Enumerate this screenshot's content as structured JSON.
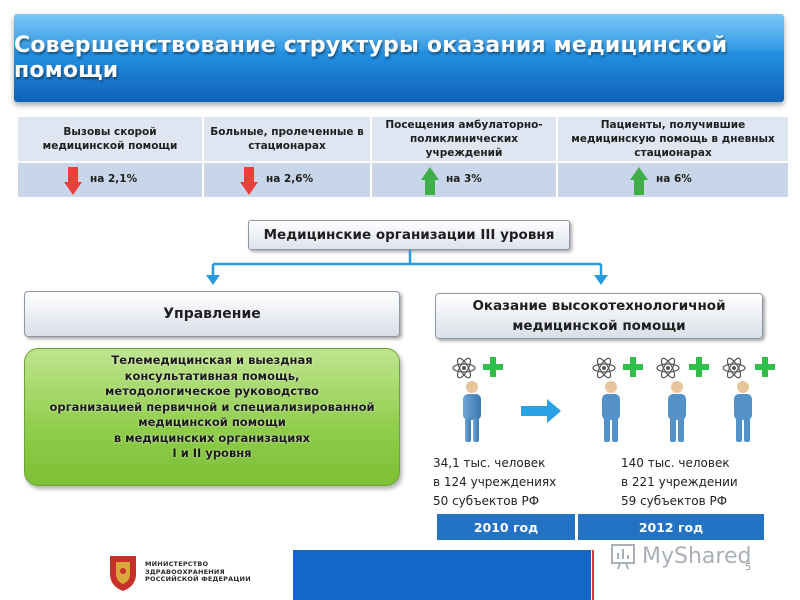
{
  "title": "Совершенствование структуры оказания медицинской помощи",
  "indicators": [
    {
      "header": "Вызовы скорой медицинской помощи",
      "value": "на 2,1%",
      "direction": "down",
      "arrow": "down-arrow-icon"
    },
    {
      "header": "Больные, пролеченные в стационарах",
      "value": "на 2,6%",
      "direction": "down",
      "arrow": "down-arrow-icon"
    },
    {
      "header": "Посещения амбулаторно-поликлинических учреждений",
      "value": "на 3%",
      "direction": "up",
      "arrow": "up-arrow-icon"
    },
    {
      "header": "Пациенты, получившие медицинскую помощь в дневных стационарах",
      "value": "на 6%",
      "direction": "up",
      "arrow": "up-arrow-icon"
    }
  ],
  "colors": {
    "down": "#e8413c",
    "up": "#3fae49",
    "title_blue": "#1f88db",
    "year_bar": "#2472c4",
    "green_box": "#8fcc4a"
  },
  "level3": "Медицинские организации III уровня",
  "management": "Управление",
  "hightech": "Оказание высокотехнологичной медицинской помощи",
  "telemed": "Телемедицинская и выездная\nконсультативная  помощь,\nметодологическое руководство\nорганизацией первичной и специализированной\nмедицинской помощи\nв медицинских организациях\nI и II уровня",
  "stats": {
    "y2010": "34,1 тыс. человек\nв 124 учреждениях\n50 субъектов РФ",
    "y2012": "140 тыс. человек\nв 221 учреждении\n59 субъектов РФ"
  },
  "years": {
    "y2010": "2010  год",
    "y2012": "2012 год"
  },
  "icons": [
    "atom-icon",
    "medical-cross-icon",
    "person-icon",
    "right-arrow-icon",
    "coat-of-arms-icon"
  ],
  "footer": {
    "ministry": "МИНИСТЕРСТВО\nЗДРАВООХРАНЕНИЯ\nРОССИЙСКОЙ ФЕДЕРАЦИИ",
    "watermark": "MyShared",
    "page": "5"
  }
}
